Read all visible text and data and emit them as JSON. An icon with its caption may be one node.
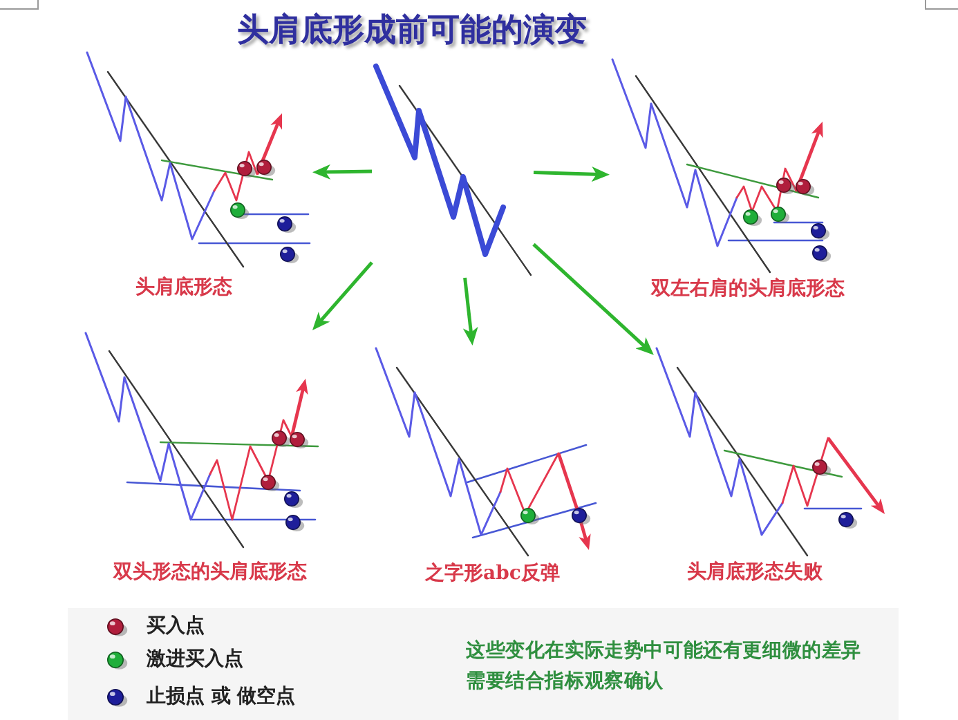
{
  "diagram": {
    "title": "头肩底形成前可能的演变",
    "nodes": [
      {
        "text": [],
        "shape": "picture"
      },
      {
        "text": [
          "头肩底形态"
        ]
      },
      {
        "text": [
          "双左右肩的头肩底形态"
        ]
      },
      {
        "text": [
          "双头形态的头肩底形态"
        ]
      },
      {
        "text": [
          "之字形abc反弹"
        ]
      },
      {
        "text": [
          "头肩底形态失败"
        ]
      }
    ],
    "edges": [
      {
        "from": 0,
        "to": 1,
        "arrow": "to"
      },
      {
        "from": 0,
        "to": 2,
        "arrow": "to"
      },
      {
        "from": 0,
        "to": 3,
        "arrow": "to"
      },
      {
        "from": 0,
        "to": 4,
        "arrow": "to"
      },
      {
        "from": 0,
        "to": 5,
        "arrow": "to"
      }
    ],
    "labels": [
      "这些变化在实际走势中可能还有更细微的差异",
      "需要结合指标观察确认"
    ],
    "legend": [
      {
        "text": "买入点",
        "color": "#b01e3c"
      },
      {
        "text": "激进买入点",
        "color": "#1fae3a"
      },
      {
        "text": "止损点 或 做空点",
        "color": "#1e1e9a"
      }
    ]
  }
}
